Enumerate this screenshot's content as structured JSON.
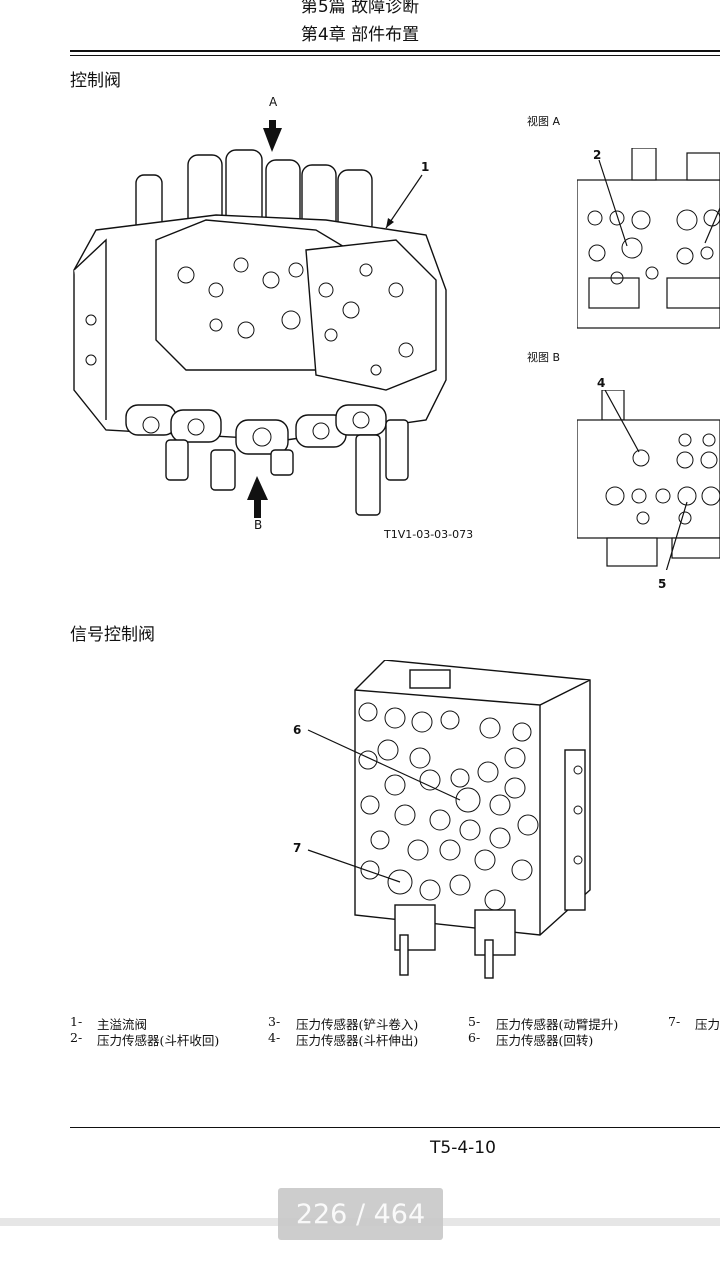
{
  "header": {
    "part": "第5篇 故障诊断",
    "chapter": "第4章 部件布置"
  },
  "sections": {
    "control_valve": "控制阀",
    "signal_valve": "信号控制阀"
  },
  "figure1": {
    "arrow_a": "A",
    "arrow_b": "B",
    "ref_code": "T1V1-03-03-073",
    "callout_1": "1",
    "view_a": "视图 A",
    "view_b": "视图 B",
    "callout_2": "2",
    "callout_4": "4",
    "callout_5": "5"
  },
  "figure2": {
    "callout_6": "6",
    "callout_7": "7"
  },
  "legend": [
    {
      "no": "1-",
      "text": "主溢流阀"
    },
    {
      "no": "2-",
      "text": "压力传感器(斗杆收回)"
    },
    {
      "no": "3-",
      "text": "压力传感器(铲斗卷入)"
    },
    {
      "no": "4-",
      "text": "压力传感器(斗杆伸出)"
    },
    {
      "no": "5-",
      "text": "压力传感器(动臂提升)"
    },
    {
      "no": "6-",
      "text": "压力传感器(回转)"
    },
    {
      "no": "7-",
      "text": "压力"
    }
  ],
  "footer": {
    "page_code": "T5-4-10"
  },
  "viewer": {
    "page_indicator": "226 / 464"
  }
}
